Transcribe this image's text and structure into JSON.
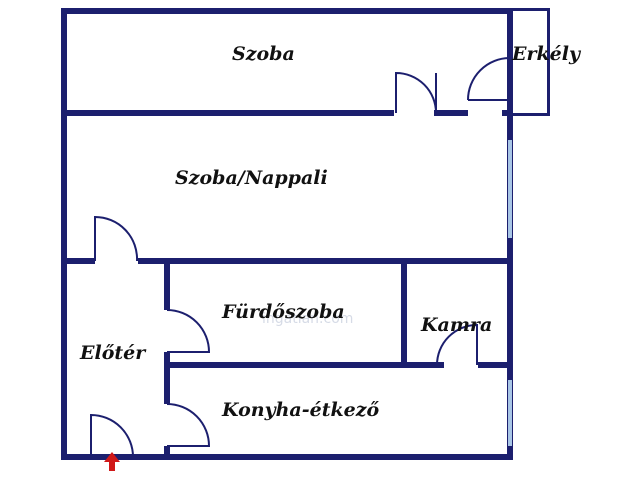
{
  "floor_plan": {
    "rooms": {
      "szoba": "Szoba",
      "erkely": "Erkély",
      "nappali": "Szoba/Nappali",
      "furdoszoba": "Fürdőszoba",
      "kamra": "Kamra",
      "eloter": "Előtér",
      "konyha": "Konyha-étkező"
    },
    "entrance_icon": "up-arrow-icon"
  },
  "colors": {
    "wall": "#1c1f6e",
    "window": "#a9c6e6",
    "entrance_arrow": "#d01818",
    "background": "#ffffff"
  }
}
